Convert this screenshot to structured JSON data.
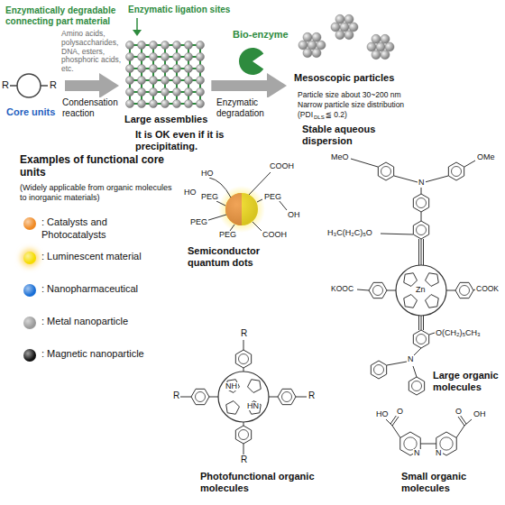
{
  "diagram": {
    "nodes": [
      {
        "text": [
          "R",
          "R",
          "Core units"
        ]
      },
      {
        "text": [
          "Large assemblies"
        ]
      },
      {
        "text": [
          "Mesoscopic particles"
        ]
      }
    ],
    "edges": [
      {
        "from": 0,
        "to": 1,
        "arrow": "to",
        "label": "Condensation reaction"
      },
      {
        "from": 1,
        "to": 2,
        "arrow": "to",
        "label": "Enzymatic degradation"
      }
    ],
    "labels": [
      "Enzymatically degradable connecting part material",
      "Amino acids, polysaccharides, DNA, esters, phosphoric acids, etc.",
      "Enzymatic ligation sites",
      "Bio-enzyme",
      "It is OK even if it is precipitating.",
      "Particle size about 30~200 nm",
      "Narrow particle size distribution",
      "(PDI",
      "DLS",
      "≦ 0.2)",
      "Stable aqueous dispersion",
      "Examples of functional core units",
      "(Widely applicable from organic molecules to inorganic materials)",
      "HO",
      "COOH",
      "HO",
      "PEG",
      "PEG",
      "OH",
      "PEG",
      "PEG",
      "COOH",
      "Semiconductor quantum dots",
      "MeO",
      "OMe",
      "N",
      "H₃C(H₂C)₅O",
      "KOOC",
      "Zn",
      "COOK",
      "O(CH₂)₅CH₃",
      "N",
      "Large organic molecules",
      "R",
      "R",
      "R",
      "NH",
      "HN",
      "R",
      "Photofunctional organic molecules",
      "HO",
      "O",
      "O",
      "OH",
      "N",
      "N",
      "Small organic molecules"
    ],
    "legend": [
      {
        "text": ": Catalysts and Photocatalysts",
        "color": "#f08a24"
      },
      {
        "text": ": Luminescent material",
        "color": "#f5dc00"
      },
      {
        "text": ": Nanopharmaceutical",
        "color": "#1a6fd6"
      },
      {
        "text": ": Metal nanoparticle",
        "color": "#9a9a9a"
      },
      {
        "text": ": Magnetic nanoparticle",
        "color": "#111111"
      }
    ]
  }
}
